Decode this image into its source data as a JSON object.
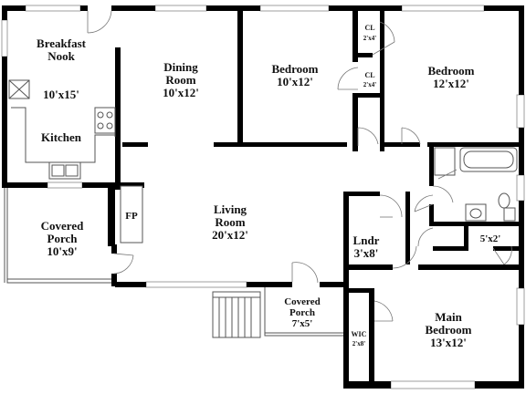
{
  "rooms": {
    "breakfast_nook": {
      "name_line1": "Breakfast",
      "name_line2": "Nook",
      "dims": "10'x15'"
    },
    "kitchen": {
      "name": "Kitchen"
    },
    "dining_room": {
      "name_line1": "Dining",
      "name_line2": "Room",
      "dims": "10'x12'"
    },
    "bedroom_1": {
      "name": "Bedroom",
      "dims": "10'x12'"
    },
    "closet_1": {
      "name": "CL",
      "dims": "2'x4'"
    },
    "closet_2": {
      "name": "CL",
      "dims": "2'x4'"
    },
    "bedroom_2": {
      "name": "Bedroom",
      "dims": "12'x12'"
    },
    "covered_porch_1": {
      "name_line1": "Covered",
      "name_line2": "Porch",
      "dims": "10'x9'"
    },
    "fireplace": {
      "name": "FP"
    },
    "living_room": {
      "name_line1": "Living",
      "name_line2": "Room",
      "dims": "20'x12'"
    },
    "laundry": {
      "name": "Lndr",
      "dims": "3'x8'"
    },
    "bath_small": {
      "dims": "5'x2'"
    },
    "covered_porch_2": {
      "name_line1": "Covered",
      "name_line2": "Porch",
      "dims": "7'x5'"
    },
    "walk_in_closet": {
      "name": "WIC",
      "dims": "2'x8'"
    },
    "main_bedroom": {
      "name_line1": "Main",
      "name_line2": "Bedroom",
      "dims": "13'x12'"
    }
  }
}
